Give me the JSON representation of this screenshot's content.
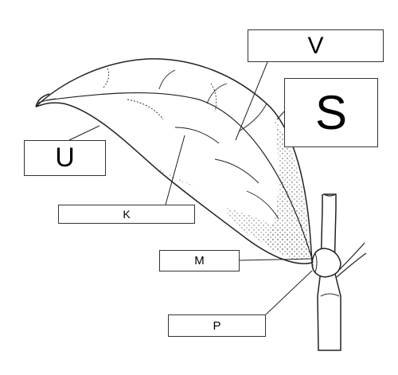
{
  "labels": {
    "v": "V",
    "s": "S",
    "u": "U",
    "k": "K",
    "m": "M",
    "p": "P"
  },
  "colors": {
    "ink": "#222222",
    "background": "#ffffff"
  }
}
